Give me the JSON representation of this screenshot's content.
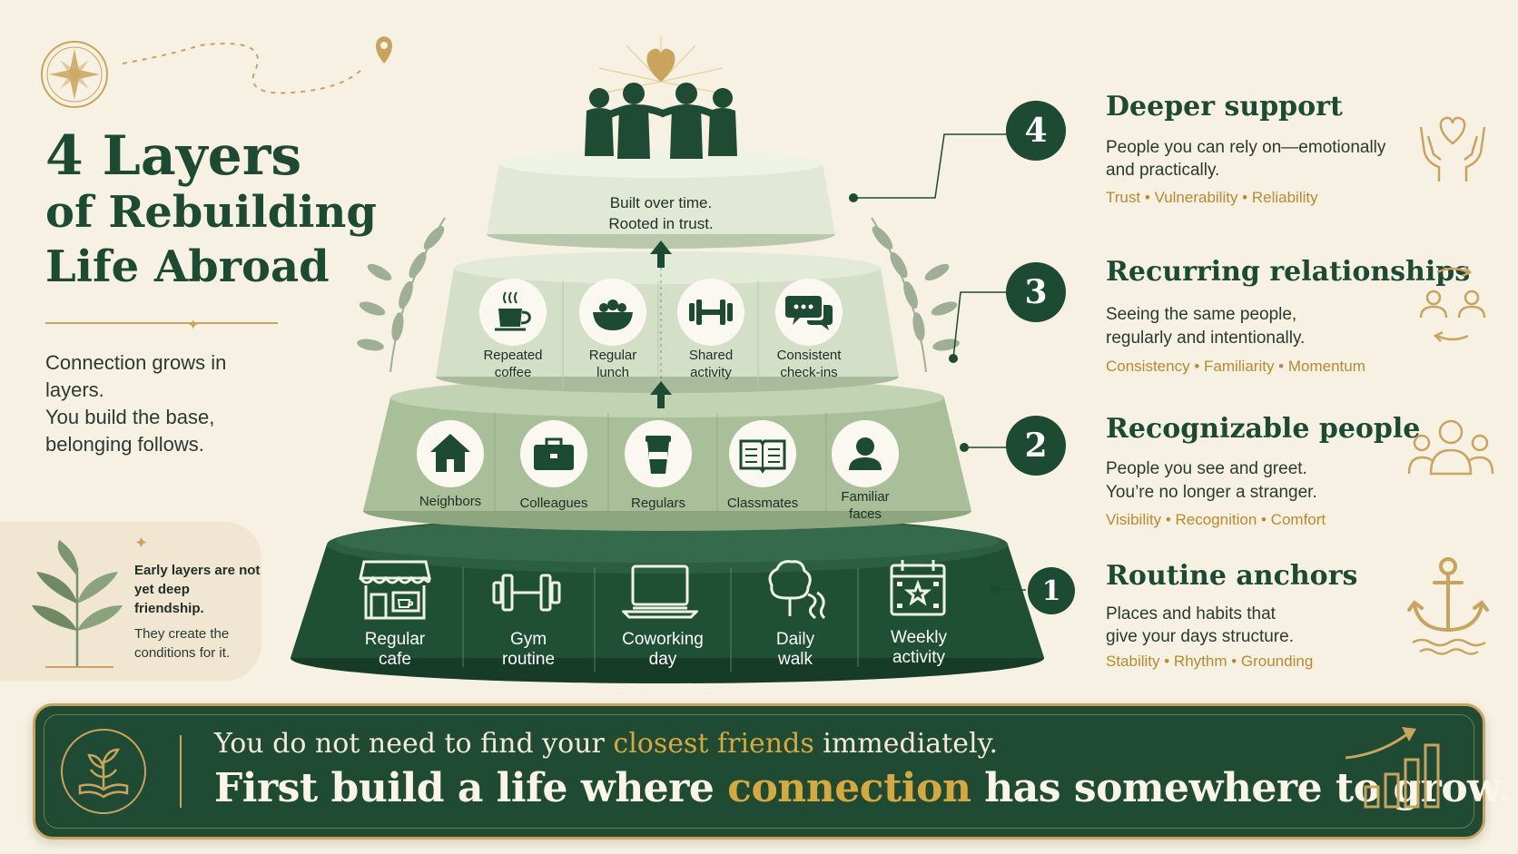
{
  "title": {
    "line1": "4 Layers",
    "line2": "of Rebuilding",
    "line3": "Life Abroad"
  },
  "intro": {
    "line1": "Connection grows in layers.",
    "line2": "You build the base, belonging follows."
  },
  "note": {
    "bold": "Early layers are not yet deep friendship.",
    "sub": "They create the conditions for it."
  },
  "top": {
    "caption1": "Built over time.",
    "caption2": "Rooted in trust."
  },
  "tier3_items": [
    {
      "icon": "coffee-cup-icon",
      "label1": "Repeated",
      "label2": "coffee"
    },
    {
      "icon": "bowl-icon",
      "label1": "Regular",
      "label2": "lunch"
    },
    {
      "icon": "dumbbell-icon",
      "label1": "Shared",
      "label2": "activity"
    },
    {
      "icon": "chat-bubbles-icon",
      "label1": "Consistent",
      "label2": "check-ins"
    }
  ],
  "tier2_items": [
    {
      "icon": "house-icon",
      "label1": "Neighbors",
      "label2": ""
    },
    {
      "icon": "briefcase-icon",
      "label1": "Colleagues",
      "label2": ""
    },
    {
      "icon": "takeaway-cup-icon",
      "label1": "Regulars",
      "label2": ""
    },
    {
      "icon": "book-icon",
      "label1": "Classmates",
      "label2": ""
    },
    {
      "icon": "person-icon",
      "label1": "Familiar",
      "label2": "faces"
    }
  ],
  "tier1_items": [
    {
      "icon": "storefront-icon",
      "label1": "Regular",
      "label2": "cafe"
    },
    {
      "icon": "dumbbell-icon",
      "label1": "Gym",
      "label2": "routine"
    },
    {
      "icon": "laptop-icon",
      "label1": "Coworking",
      "label2": "day"
    },
    {
      "icon": "tree-path-icon",
      "label1": "Daily",
      "label2": "walk"
    },
    {
      "icon": "calendar-icon",
      "label1": "Weekly",
      "label2": "activity"
    }
  ],
  "layers": [
    {
      "number": "4",
      "heading": "Deeper support",
      "desc1": "People you can rely on—emotionally",
      "desc2": "and practically.",
      "tags": "Trust • Vulnerability • Reliability",
      "icon": "hands-heart-icon"
    },
    {
      "number": "3",
      "heading": "Recurring relationships",
      "desc1": "Seeing the same people,",
      "desc2": "regularly and intentionally.",
      "tags": "Consistency • Familiarity • Momentum",
      "icon": "people-cycle-icon"
    },
    {
      "number": "2",
      "heading": "Recognizable people",
      "desc1": "People you see and greet.",
      "desc2": "You’re no longer a stranger.",
      "tags": "Visibility • Recognition • Comfort",
      "icon": "group-icon"
    },
    {
      "number": "1",
      "heading": "Routine anchors",
      "desc1": "Places and habits that",
      "desc2": "give your days structure.",
      "tags": "Stability • Rhythm • Grounding",
      "icon": "anchor-icon"
    }
  ],
  "banner": {
    "line1_a": "You do not need to find your ",
    "line1_b": "closest friends",
    "line1_c": " immediately.",
    "line2_a": "First build a life where ",
    "line2_b": "connection",
    "line2_c": " has somewhere to grow."
  },
  "colors": {
    "dark_green": "#1d4a32",
    "light_green": "#a9bf9a",
    "cream": "#f7f1e4",
    "gold": "#c9a45c"
  }
}
